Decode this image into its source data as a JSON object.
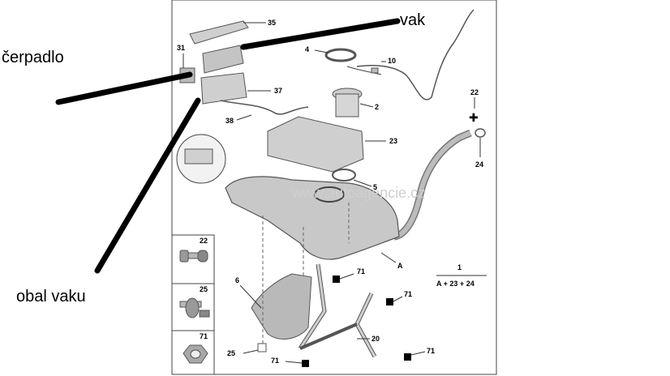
{
  "callouts": {
    "vak": "vak",
    "cerpadlo": "čerpadlo",
    "obal_vaku": "obal vaku"
  },
  "watermark": "www.autoagencie.cz",
  "formula": {
    "index": "1",
    "expression": "A + 23 + 24"
  },
  "labels": {
    "p35": "35",
    "p31": "31",
    "p4": "4",
    "p10": "10",
    "p37": "37",
    "p2": "2",
    "p38": "38",
    "p22": "22",
    "p23": "23",
    "p24": "24",
    "p5": "5",
    "pA": "A",
    "p6": "6",
    "p20": "20",
    "p25": "25"
  },
  "legend": [
    {
      "code": "22",
      "icon": "bolt-icon"
    },
    {
      "code": "25",
      "icon": "stud-bolt-icon"
    },
    {
      "code": "71",
      "icon": "nut-icon"
    }
  ],
  "marker_code": "71",
  "colors": {
    "part_fill": "#d4d4d4",
    "tank_fill": "#c9c9c9",
    "line": "#333333",
    "thick_line": "#000000"
  }
}
